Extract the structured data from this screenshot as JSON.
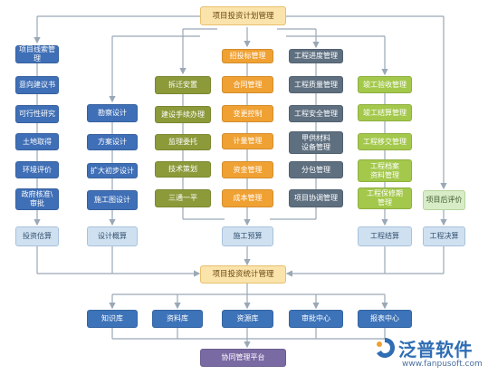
{
  "top": {
    "title": "项目投资计划管理"
  },
  "col1": [
    "项目线索管理",
    "意向建议书",
    "可行性研究",
    "土地取得",
    "环境评价",
    "政府核准\\\n审批"
  ],
  "col2": [
    "勘察设计",
    "方案设计",
    "扩大初步设计",
    "施工图设计"
  ],
  "col3": [
    "拆迁安置",
    "建设手续办理",
    "监理委托",
    "技术策划",
    "三通一平"
  ],
  "col4": [
    "招投标管理",
    "合同管理",
    "变更控制",
    "计量管理",
    "资金管理",
    "成本管理"
  ],
  "col5": [
    "工程进度管理",
    "工程质量管理",
    "工程安全管理",
    "甲供材料\n设备管理",
    "分包管理",
    "项目协调管理"
  ],
  "col6": [
    "竣工验收管理",
    "竣工结算管理",
    "工程移交管理",
    "工程档案\n资料管理",
    "工程保修期\n管理"
  ],
  "col7": [
    "项目后评价"
  ],
  "mid_row": [
    "投资估算",
    "设计概算",
    "施工预算",
    "工程结算",
    "工程决算"
  ],
  "stats": {
    "title": "项目投资统计管理"
  },
  "bottom_row": [
    "知识库",
    "资料库",
    "资源库",
    "审批中心",
    "报表中心"
  ],
  "platform": {
    "title": "协同管理平台"
  },
  "logo": {
    "name": "泛普软件",
    "url": "www.fanpusoft.com",
    "icon": "fanpu-logo-icon"
  },
  "colors": {
    "blue": "#3f6fb6",
    "olive": "#8c9a3a",
    "orange": "#f0a133",
    "slate": "#5e6f80",
    "green": "#a3c84b",
    "arrow": "#9aa8b6"
  }
}
